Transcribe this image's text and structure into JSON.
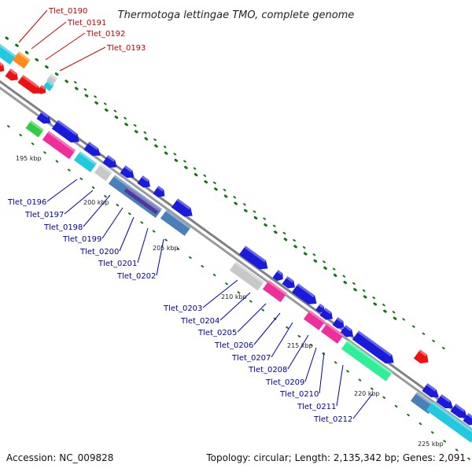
{
  "title": "Thermotoga lettingae TMO, complete genome",
  "footer": {
    "accession": "Accession: NC_009828",
    "summary": "Topology: circular; Length: 2,135,342 bp; Genes: 2,091"
  },
  "colors": {
    "backbone": "#808080",
    "ticks": "#117711",
    "label_red": "#cc0000",
    "label_blue": "#0000aa",
    "blue": "#1a1adb",
    "red": "#ee1111",
    "cyan": "#22c8dd",
    "orange": "#ff8c1a",
    "gray": "#c8c8c8",
    "magenta": "#ee2f9a",
    "green": "#33cc44",
    "mint": "#33ee99",
    "steel": "#4a7fb8",
    "purple": "#4a3a9a"
  },
  "kbp_marks": [
    "195 kbp",
    "200 kbp",
    "205 kbp",
    "210 kbp",
    "215 kbp",
    "220 kbp",
    "225 kbp"
  ],
  "gene_labels": [
    "Tlet_0190",
    "Tlet_0191",
    "Tlet_0192",
    "Tlet_0193",
    "Tlet_0196",
    "Tlet_0197",
    "Tlet_0198",
    "Tlet_0199",
    "Tlet_0200",
    "Tlet_0201",
    "Tlet_0202",
    "Tlet_0203",
    "Tlet_0204",
    "Tlet_0205",
    "Tlet_0206",
    "Tlet_0207",
    "Tlet_0208",
    "Tlet_0209",
    "Tlet_0210",
    "Tlet_0211",
    "Tlet_0212"
  ]
}
